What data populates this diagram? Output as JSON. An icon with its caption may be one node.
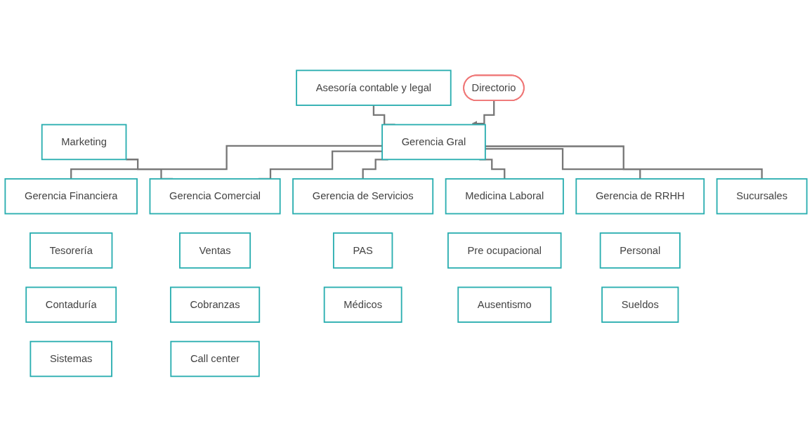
{
  "diagram": {
    "nodes": [
      {
        "text": [
          "Directorio"
        ]
      },
      {
        "text": [
          "Asesoría contable y legal"
        ]
      },
      {
        "text": [
          "Gerencia Gral"
        ]
      },
      {
        "text": [
          "Marketing"
        ]
      },
      {
        "text": [
          "Gerencia Financiera"
        ]
      },
      {
        "text": [
          "Gerencia Comercial"
        ]
      },
      {
        "text": [
          "Gerencia de Servicios"
        ]
      },
      {
        "text": [
          "Medicina Laboral"
        ]
      },
      {
        "text": [
          "Gerencia de RRHH"
        ]
      },
      {
        "text": [
          "Sucursales"
        ]
      },
      {
        "text": [
          "Tesorería"
        ]
      },
      {
        "text": [
          "Contaduría"
        ]
      },
      {
        "text": [
          "Sistemas"
        ]
      },
      {
        "text": [
          "Ventas"
        ]
      },
      {
        "text": [
          "Cobranzas"
        ]
      },
      {
        "text": [
          "Call center"
        ]
      },
      {
        "text": [
          "PAS"
        ]
      },
      {
        "text": [
          "Médicos"
        ]
      },
      {
        "text": [
          "Pre ocupacional"
        ]
      },
      {
        "text": [
          "Ausentismo"
        ]
      },
      {
        "text": [
          "Personal"
        ]
      },
      {
        "text": [
          "Sueldos"
        ]
      }
    ],
    "edges": [
      {
        "from": 0,
        "to": 2,
        "arrow": "to"
      },
      {
        "from": 1,
        "to": 2,
        "arrow": "none"
      },
      {
        "from": 2,
        "to": 4,
        "arrow": "none"
      },
      {
        "from": 2,
        "to": 5,
        "arrow": "none"
      },
      {
        "from": 2,
        "to": 6,
        "arrow": "none"
      },
      {
        "from": 2,
        "to": 7,
        "arrow": "none"
      },
      {
        "from": 2,
        "to": 8,
        "arrow": "none"
      },
      {
        "from": 2,
        "to": 9,
        "arrow": "none"
      },
      {
        "from": 3,
        "to": 5,
        "arrow": "none"
      }
    ]
  }
}
